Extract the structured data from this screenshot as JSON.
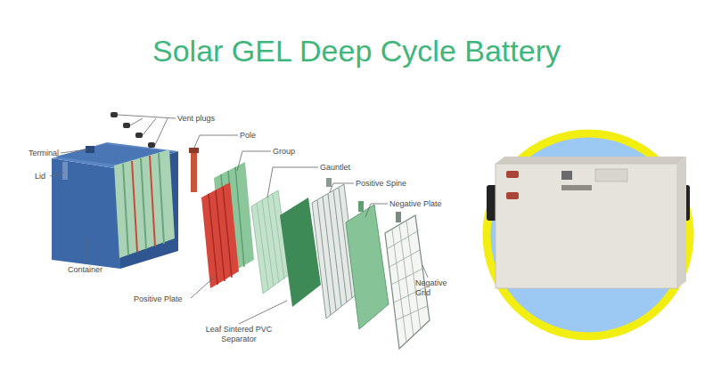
{
  "diagram": {
    "title": "Solar GEL Deep Cycle Battery",
    "labels": [
      "Vent plugs",
      "Pole",
      "Group",
      "Gauntlet",
      "Positive Spine",
      "Negative Plate",
      "Negative Grid",
      "Leaf Sintered PVC Separator",
      "Positive Plate",
      "Container",
      "Terminal",
      "Lid"
    ]
  }
}
